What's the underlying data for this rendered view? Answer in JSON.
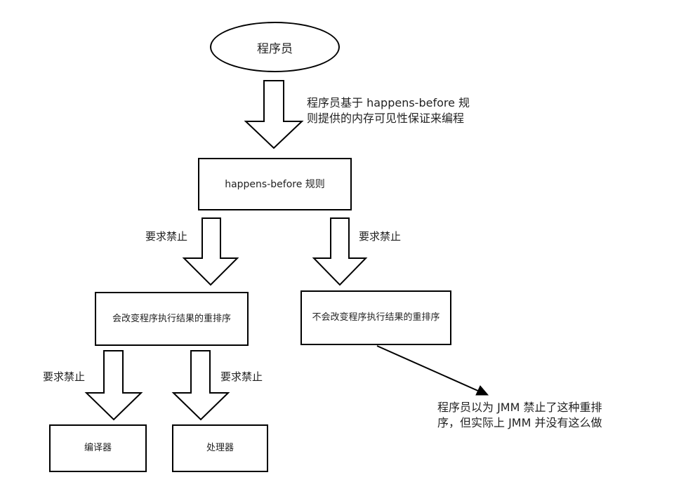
{
  "nodes": {
    "programmer": "程序员",
    "hb_rules": "happens-before 规则",
    "reorder_changes": "会改变程序执行结果的重排序",
    "reorder_no_change": "不会改变程序执行结果的重排序",
    "compiler": "编译器",
    "processor": "处理器"
  },
  "labels": {
    "programmer_note": "程序员基于 happens-before 规\n则提供的内存可见性保证来编程",
    "prohibit_left": "要求禁止",
    "prohibit_right": "要求禁止",
    "prohibit_compiler": "要求禁止",
    "prohibit_processor": "要求禁止",
    "jmm_note": "程序员以为 JMM 禁止了这种重排\n序，但实际上 JMM 并没有这么做"
  }
}
